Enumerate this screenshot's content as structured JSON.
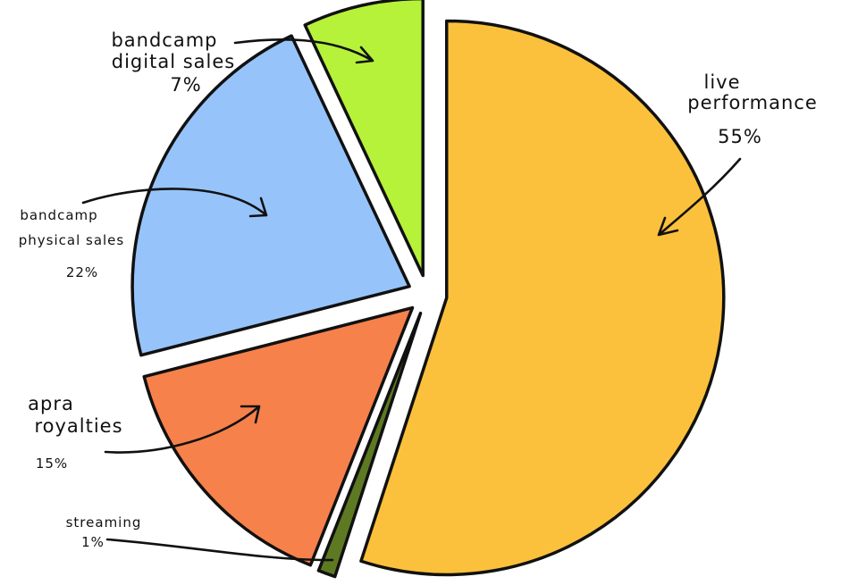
{
  "chart_data": {
    "type": "pie",
    "title": "",
    "slices": [
      {
        "label": "live performance",
        "value": 55,
        "value_text": "55%",
        "color": "#fcc13c"
      },
      {
        "label": "streaming",
        "value": 1,
        "value_text": "1%",
        "color": "#5d7a22"
      },
      {
        "label": "apra royalties",
        "value": 15,
        "value_text": "15%",
        "color": "#f7814b"
      },
      {
        "label": "bandcamp physical sales",
        "value": 22,
        "value_text": "22%",
        "color": "#96c4fa"
      },
      {
        "label": "bandcamp digital sales",
        "value": 7,
        "value_text": "7%",
        "color": "#b6f23a"
      }
    ],
    "labels": {
      "live_1": "live",
      "live_2": "performance",
      "streaming_1": "streaming",
      "apra_1": "apra",
      "apra_2": "royalties",
      "physical_1": "bandcamp",
      "physical_2": "physical sales",
      "digital_1": "bandcamp",
      "digital_2": "digital sales"
    }
  }
}
